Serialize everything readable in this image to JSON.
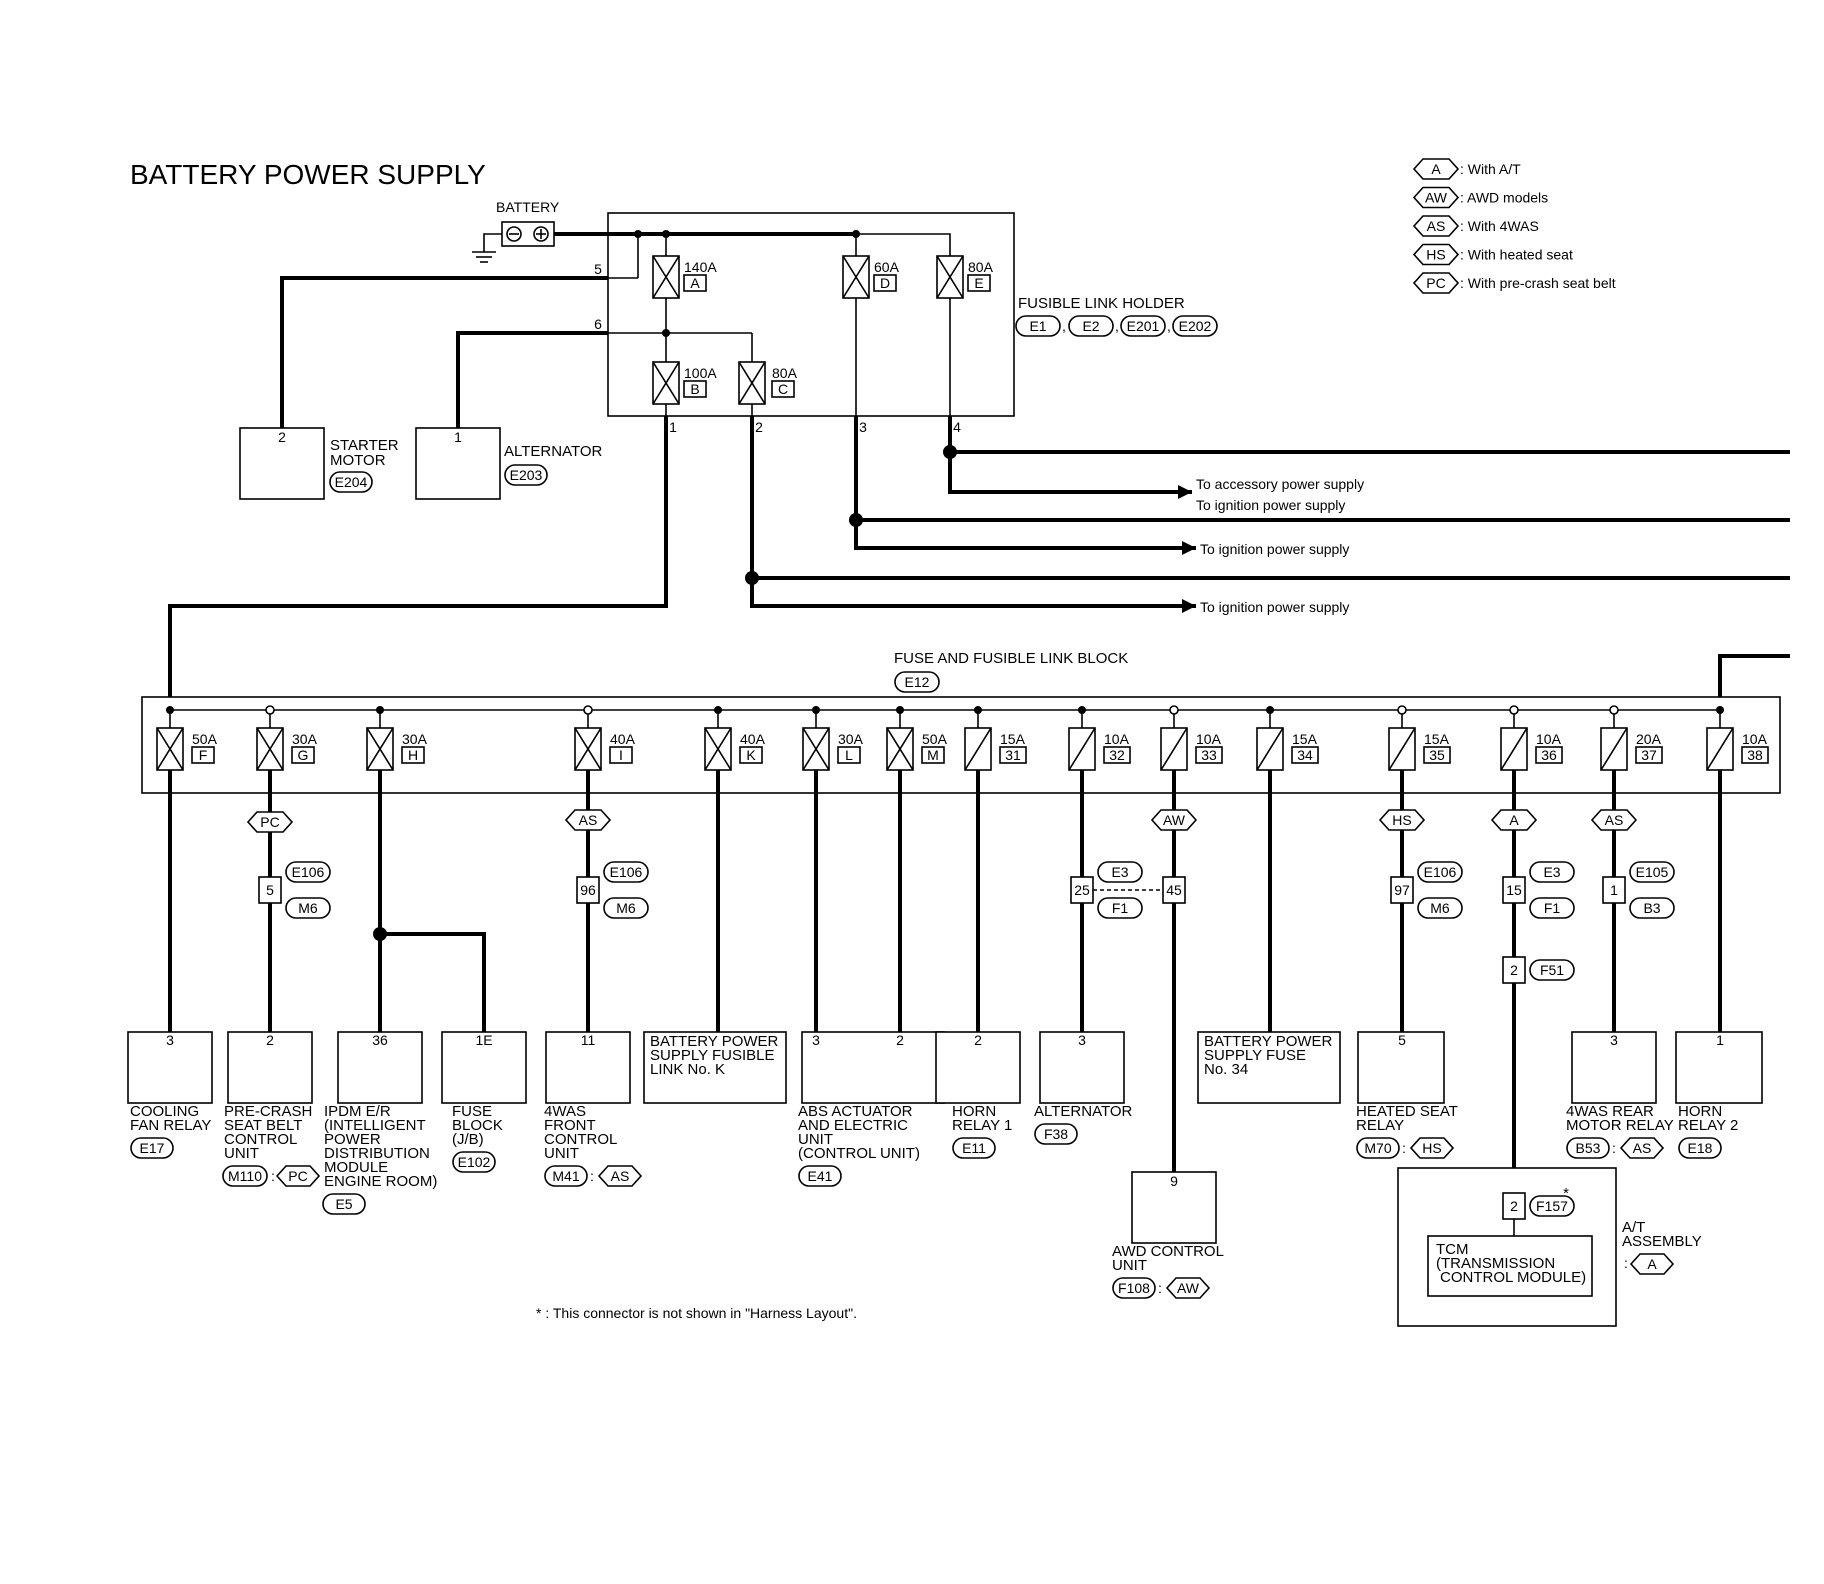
{
  "title": "BATTERY POWER SUPPLY",
  "legend": [
    {
      "code": "A",
      "text": ": With A/T"
    },
    {
      "code": "AW",
      "text": ": AWD models"
    },
    {
      "code": "AS",
      "text": ": With 4WAS"
    },
    {
      "code": "HS",
      "text": ": With heated seat"
    },
    {
      "code": "PC",
      "text": ": With pre-crash seat belt"
    }
  ],
  "battery": {
    "label": "BATTERY"
  },
  "fusible_link_holder": {
    "title": "FUSIBLE LINK HOLDER",
    "connectors": [
      "E1",
      "E2",
      "E201",
      "E202"
    ],
    "fuses": [
      {
        "amp": "140A",
        "id": "A"
      },
      {
        "amp": "60A",
        "id": "D"
      },
      {
        "amp": "80A",
        "id": "E"
      },
      {
        "amp": "100A",
        "id": "B"
      },
      {
        "amp": "80A",
        "id": "C"
      }
    ],
    "pins": [
      "5",
      "6",
      "1",
      "2",
      "3",
      "4"
    ]
  },
  "starter": {
    "pin": "2",
    "l1": "STARTER",
    "l2": "MOTOR",
    "conn": "E204"
  },
  "alternator_top": {
    "pin": "1",
    "l1": "ALTERNATOR",
    "conn": "E203"
  },
  "arrows": [
    "To accessory power supply",
    "To ignition power supply",
    "To ignition power supply",
    "To ignition power supply"
  ],
  "fuse_block": {
    "title": "FUSE AND FUSIBLE LINK BLOCK",
    "conn": "E12",
    "fuses": [
      {
        "amp": "50A",
        "id": "F"
      },
      {
        "amp": "30A",
        "id": "G"
      },
      {
        "amp": "30A",
        "id": "H"
      },
      {
        "amp": "40A",
        "id": "I"
      },
      {
        "amp": "40A",
        "id": "K"
      },
      {
        "amp": "30A",
        "id": "L"
      },
      {
        "amp": "50A",
        "id": "M"
      },
      {
        "amp": "15A",
        "id": "31"
      },
      {
        "amp": "10A",
        "id": "32"
      },
      {
        "amp": "10A",
        "id": "33"
      },
      {
        "amp": "15A",
        "id": "34"
      },
      {
        "amp": "15A",
        "id": "35"
      },
      {
        "amp": "10A",
        "id": "36"
      },
      {
        "amp": "20A",
        "id": "37"
      },
      {
        "amp": "10A",
        "id": "38"
      }
    ]
  },
  "conditions": [
    "PC",
    "AS",
    "AW",
    "HS",
    "A",
    "AS"
  ],
  "junctions": [
    {
      "pin": "5",
      "c1": "E106",
      "c2": "M6"
    },
    {
      "pin": "96",
      "c1": "E106",
      "c2": "M6"
    },
    {
      "pin": "25",
      "c1": "E3",
      "c2": "F1"
    },
    {
      "pin": "45"
    },
    {
      "pin": "97",
      "c1": "E106",
      "c2": "M6"
    },
    {
      "pin": "15",
      "c1": "E3",
      "c2": "F1"
    },
    {
      "pin": "2",
      "c1": "F51"
    },
    {
      "pin": "1",
      "c1": "E105",
      "c2": "B3"
    }
  ],
  "components": [
    {
      "pin": "3",
      "lines": [
        "COOLING",
        "FAN RELAY"
      ],
      "conn": "E17"
    },
    {
      "pin": "2",
      "lines": [
        "PRE-CRASH",
        "SEAT BELT",
        "CONTROL",
        "UNIT"
      ],
      "conn": "M110",
      "cond": "PC"
    },
    {
      "pin": "36",
      "lines": [
        "IPDM E/R",
        "(INTELLIGENT",
        "POWER",
        "DISTRIBUTION",
        "MODULE",
        "ENGINE ROOM)"
      ],
      "conn": "E5"
    },
    {
      "pin": "1E",
      "lines": [
        "FUSE",
        "BLOCK",
        "(J/B)"
      ],
      "conn": "E102"
    },
    {
      "pin": "11",
      "lines": [
        "4WAS",
        "FRONT",
        "CONTROL",
        "UNIT"
      ],
      "conn": "M41",
      "cond": "AS"
    },
    {
      "lines": [
        "BATTERY POWER",
        "SUPPLY FUSIBLE",
        "LINK No. K"
      ]
    },
    {
      "pin": "3",
      "pin2": "2",
      "lines": [
        "ABS ACTUATOR",
        "AND ELECTRIC",
        "UNIT",
        "(CONTROL UNIT)"
      ],
      "conn": "E41"
    },
    {
      "pin": "2",
      "lines": [
        "HORN",
        "RELAY 1"
      ],
      "conn": "E11"
    },
    {
      "pin": "3",
      "lines": [
        "ALTERNATOR"
      ],
      "conn": "F38"
    },
    {
      "lines": [
        "BATTERY POWER",
        "SUPPLY FUSE",
        "No. 34"
      ]
    },
    {
      "pin": "5",
      "lines": [
        "HEATED SEAT",
        "RELAY"
      ],
      "conn": "M70",
      "cond": "HS"
    },
    {
      "pin": "3",
      "lines": [
        "4WAS REAR",
        "MOTOR RELAY"
      ],
      "conn": "B53",
      "cond": "AS"
    },
    {
      "pin": "1",
      "lines": [
        "HORN",
        "RELAY 2"
      ],
      "conn": "E18"
    }
  ],
  "awd": {
    "pin": "9",
    "lines": [
      "AWD CONTROL",
      "UNIT"
    ],
    "conn": "F108",
    "cond": "AW"
  },
  "tcm": {
    "pin": "2",
    "conn": "F157",
    "star": "*",
    "lines": [
      "TCM",
      "(TRANSMISSION",
      "CONTROL MODULE)"
    ],
    "asm1": "A/T",
    "asm2": "ASSEMBLY",
    "cond": "A"
  },
  "note": "* : This connector is not shown in \"Harness Layout\"."
}
